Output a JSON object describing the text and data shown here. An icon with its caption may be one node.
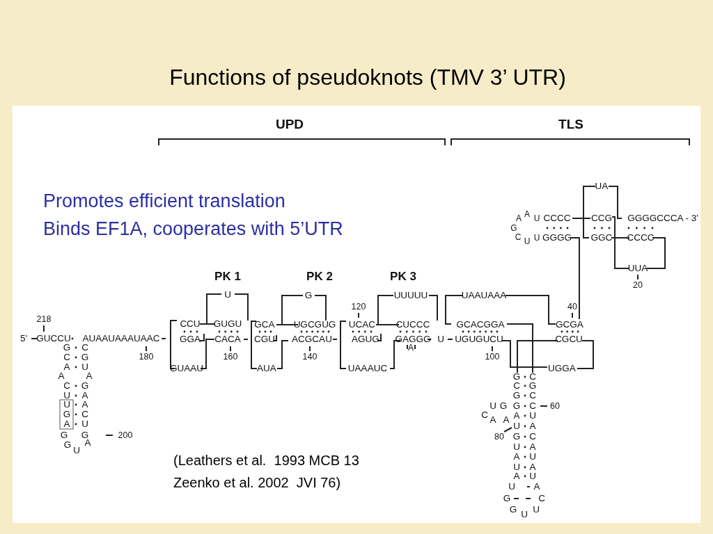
{
  "diagram": {
    "title": "Functions of pseudoknots (TMV 3’ UTR)",
    "labels": [
      "UPD",
      "TLS",
      "Promotes efficient translation",
      "Binds EF1A, cooperates with 5’UTR",
      "PK 1",
      "PK 2",
      "PK 3",
      "UA",
      "A",
      "A",
      "U",
      "CCCC",
      "CCG",
      "GGGGCCCA - 3'",
      "G",
      "C",
      "U",
      "U",
      "GGGG",
      "GGC",
      "CCCC",
      "UUA",
      "20",
      "218",
      "5'",
      "GUCCU",
      "AUAAUAAAUAAC",
      "U",
      "CCU",
      "GUGU",
      "GGA",
      "CACA",
      "180",
      "160",
      "GUAAU",
      "G",
      "GCA",
      "UGCGUG",
      "CGU",
      "ACGCAU",
      "140",
      "AUA",
      "UUUUU",
      "120",
      "UCAC",
      "CUCCC",
      "AGUG",
      "GAGGG",
      "U",
      "A",
      "UAAAUC",
      "UAAUAAA",
      "40",
      "GCACGGA",
      "GCGA",
      "UGUGUCU",
      "CGCU",
      "100",
      "UGGA",
      "G",
      "C",
      "C",
      "G",
      "A",
      "U",
      "A",
      "A",
      "C",
      "G",
      "U",
      "A",
      "U",
      "A",
      "G",
      "C",
      "A",
      "U",
      "G",
      "G",
      "200",
      "G",
      "A",
      "U",
      "G",
      "C",
      "C",
      "G",
      "G",
      "C",
      "U",
      "G",
      "G",
      "C",
      "60",
      "C",
      "A",
      "U",
      "A",
      "A",
      "U",
      "A",
      "80",
      "G",
      "C",
      "U",
      "A",
      "A",
      "U",
      "U",
      "A",
      "A",
      "U",
      "U",
      "A",
      "G",
      "C",
      "G",
      "U",
      "U",
      "(Leathers et al.  1993 MCB 13",
      "Zeenko et al. 2002  JVI 76)"
    ]
  }
}
